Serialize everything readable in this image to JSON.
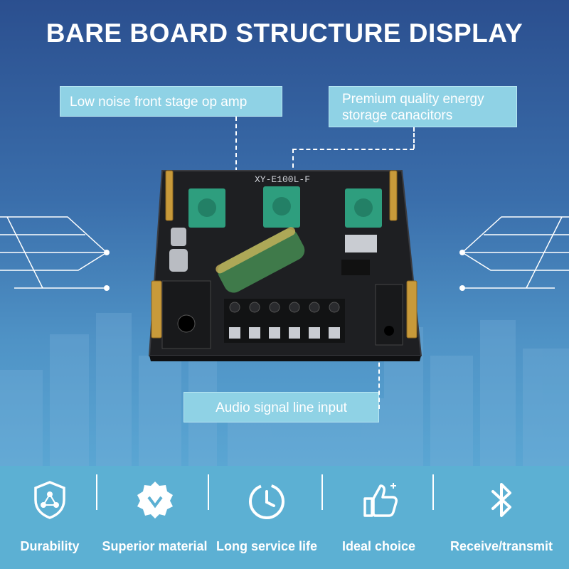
{
  "title": "BARE BOARD STRUCTURE DISPLAY",
  "callouts": {
    "op_amp": "Low noise front stage op amp",
    "capacitors_line1": "Premium quality energy",
    "capacitors_line2": "storage canacitors",
    "line_input": "Audio signal line input"
  },
  "board_silkscreen": {
    "model": "XY-E100L-F"
  },
  "features": [
    {
      "label": "Durability",
      "icon": "shield-icon"
    },
    {
      "label": "Superior material",
      "icon": "badge-check-icon"
    },
    {
      "label": "Long service life",
      "icon": "clock-icon"
    },
    {
      "label": "Ideal  choice",
      "icon": "thumbs-up-icon"
    },
    {
      "label": "Receive/transmit",
      "icon": "bluetooth-icon"
    }
  ],
  "colors": {
    "background_top": "#2b4f8f",
    "background_bottom": "#62b0d8",
    "callout_fill": "#8fd2e5",
    "feature_band": "#5cb0d3",
    "board": "#1e1f22",
    "potentiometer": "#2e9e7e",
    "capacitor": "#3f7a4a"
  }
}
